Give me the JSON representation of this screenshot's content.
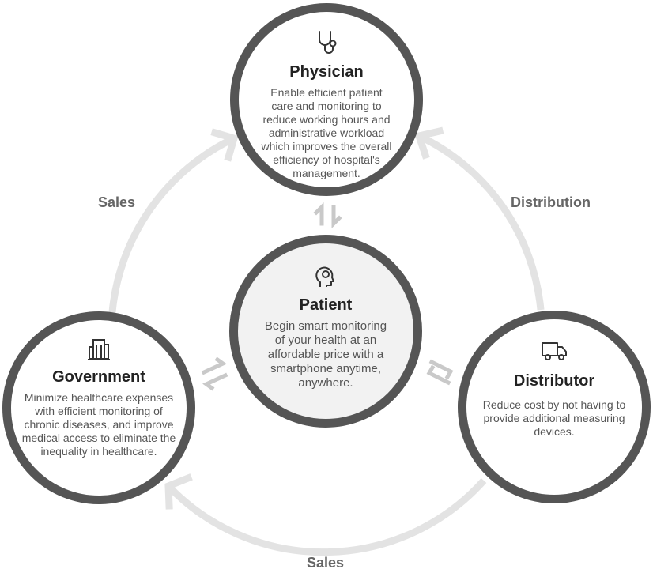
{
  "colors": {
    "ring": "#e3e3e3",
    "border": "#555555",
    "title": "#222222",
    "text": "#555555",
    "center_fill": "#f2f2f2",
    "arrow": "#c9c9c9"
  },
  "nodes": {
    "physician": {
      "icon": "stethoscope-icon",
      "title": "Physician",
      "desc": "Enable efficient patient care and monitoring to reduce working hours and administrative workload which improves the overall efficiency of hospital's management."
    },
    "patient": {
      "icon": "patient-head-icon",
      "title": "Patient",
      "desc": "Begin smart monitoring of your health at an affordable price with a smartphone anytime, anywhere."
    },
    "government": {
      "icon": "government-building-icon",
      "title": "Government",
      "desc": "Minimize healthcare expenses with efficient monitoring of chronic diseases, and improve medical access to eliminate the inequality in healthcare."
    },
    "distributor": {
      "icon": "delivery-truck-icon",
      "title": "Distributor",
      "desc": "Reduce cost by not having to provide additional measuring devices."
    }
  },
  "edges": {
    "sales_left": "Sales",
    "distribution": "Distribution",
    "sales_bottom": "Sales"
  }
}
